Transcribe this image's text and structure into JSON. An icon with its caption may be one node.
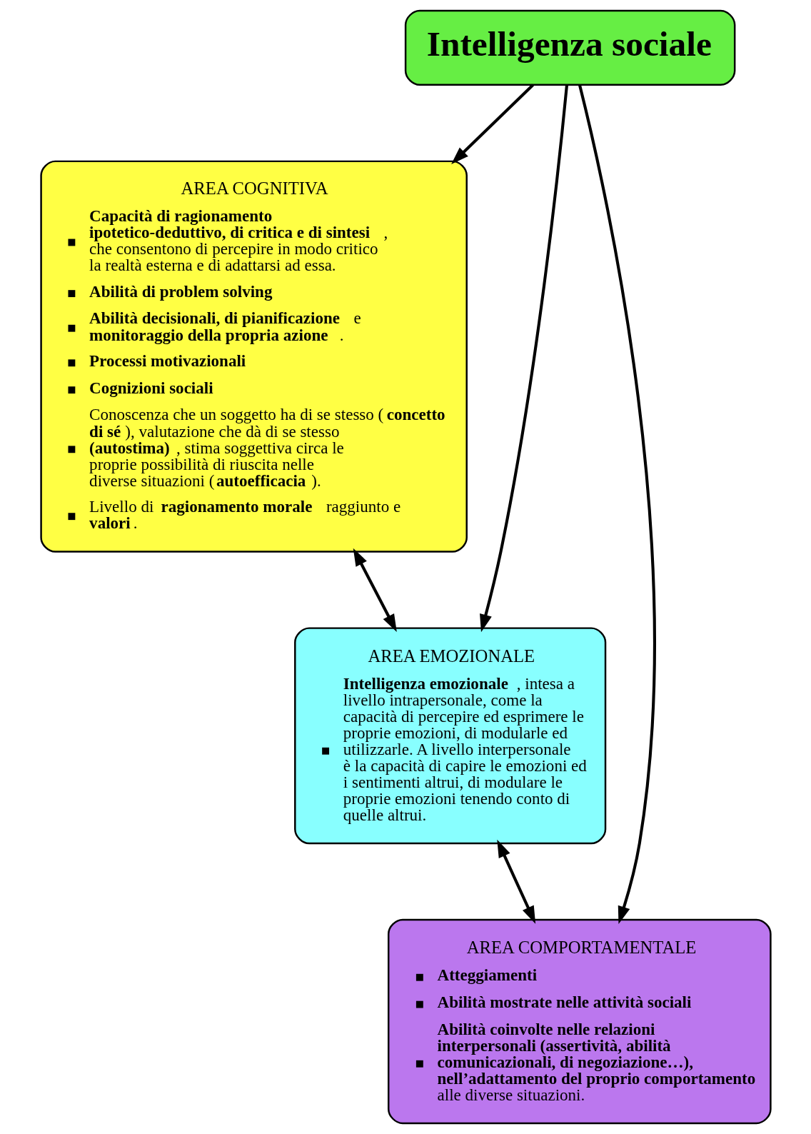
{
  "diagram": {
    "nodes": [
      {
        "text": [
          "Intelligenza sociale"
        ]
      },
      {
        "text": [
          "AREA COGNITIVA",
          "**Capacità di ragionamento ipotetico-deduttivo, di critica e di sintesi**, che consentono di percepire in modo critico la realtà esterna e di adattarsi ad essa.",
          "**Abilità di problem solving**",
          "**Abilità decisionali, di pianificazione** e **monitoraggio della propria azione**.",
          "**Processi motivazionali**",
          "**Cognizioni sociali**",
          "Conoscenza che un soggetto ha di se stesso (**concetto di sé**), valutazione che dà di se stesso **(autostima)**, stima soggettiva circa le proprie possibilità di riuscita nelle diverse situazioni (**autoefficacia**).",
          "Livello di **ragionamento morale** raggiunto e **valori**."
        ]
      },
      {
        "text": [
          "AREA EMOZIONALE",
          "**Intelligenza emozionale**, intesa a livello intrapersonale, come la capacità di percepire ed esprimere le proprie emozioni, di modularle ed utilizzarle. A livello interpersonale è la capacità di capire le emozioni ed i sentimenti altrui, di modulare le proprie emozioni tenendo conto di quelle altrui."
        ]
      },
      {
        "text": [
          "AREA COMPORTAMENTALE",
          "**Atteggiamenti**",
          "**Abilità mostrate nelle attività sociali**",
          "**Abilità coinvolte nelle relazioni interpersonali (assertività, abilità comunicazionali, di negoziazione…), nell’adattamento del proprio comportamento** alle diverse situazioni."
        ]
      }
    ],
    "edges": [
      {
        "from": 0,
        "to": 1,
        "arrow": "to"
      },
      {
        "from": 0,
        "to": 2,
        "arrow": "to"
      },
      {
        "from": 0,
        "to": 3,
        "arrow": "to"
      },
      {
        "from": 1,
        "to": 2,
        "arrow": "both"
      },
      {
        "from": 2,
        "to": 3,
        "arrow": "both"
      }
    ]
  }
}
